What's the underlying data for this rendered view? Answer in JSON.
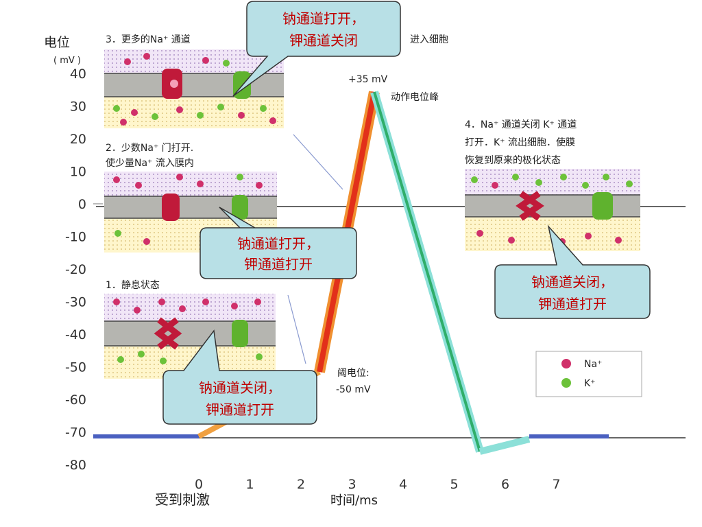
{
  "axis": {
    "y_title_line1": "电位",
    "y_title_line2": "( mV )",
    "y_ticks": [
      "40",
      "30",
      "20",
      "10",
      "0",
      "-10",
      "-20",
      "-30",
      "-40",
      "-50",
      "-60",
      "-70",
      "-80"
    ],
    "x_ticks": [
      "0",
      "1",
      "2",
      "3",
      "4",
      "5",
      "6",
      "7"
    ],
    "x_stimulus_label": "受到刺激",
    "x_title": "时间/ms"
  },
  "annotations": {
    "peak_value": "+35 mV",
    "peak_label": "动作电位峰",
    "threshold_line1": "阈电位:",
    "threshold_line2": "-50 mV"
  },
  "stages": {
    "stage1_title": "1．静息状态",
    "stage2_line1": "2．少数Na⁺ 门打开.",
    "stage2_line2": "使少量Na⁺ 流入膜内",
    "stage3_line": "3．更多的Na⁺ 通道",
    "stage3_suffix": "进入细胞",
    "stage4_line1": "4．Na⁺ 通道关闭  K⁺ 通道",
    "stage4_line2": "打开．K⁺ 流出细胞．使膜",
    "stage4_line3": "恢复到原来的极化状态"
  },
  "callouts": {
    "c1_line1": "钠通道打开，",
    "c1_line2": "钾通道关闭",
    "c2_line1": "钠通道打开，",
    "c2_line2": "钾通道打开",
    "c3_line1": "钠通道关闭，",
    "c3_line2": "钾通道打开",
    "c4_line1": "钠通道关闭，",
    "c4_line2": "钾通道打开"
  },
  "legend": {
    "na_label": "Na⁺",
    "k_label": "K⁺"
  },
  "colors": {
    "na": "#d0306a",
    "k": "#6cc23a",
    "rising": "#e84a1a",
    "falling": "#37b88a",
    "resting": "#4a60c0",
    "callout_fill": "#b8e0e6",
    "callout_text": "#c00000"
  }
}
